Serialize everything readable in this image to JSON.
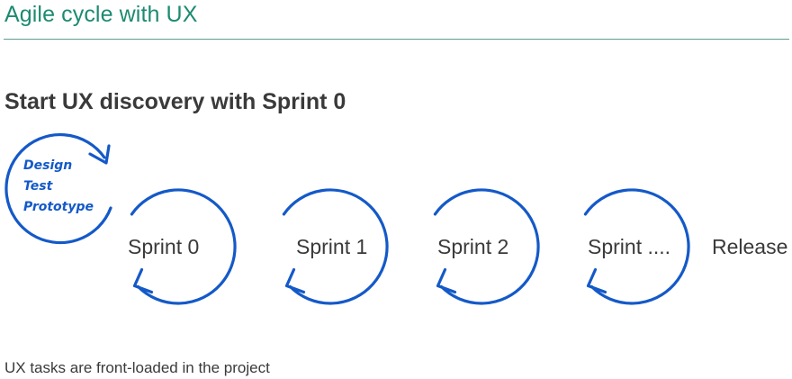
{
  "header": {
    "title": "Agile cycle with UX"
  },
  "subtitle": "Start UX discovery with Sprint 0",
  "ux_tasks": [
    "Design",
    "Test",
    "Prototype"
  ],
  "sprints": [
    {
      "label": "Sprint 0"
    },
    {
      "label": "Sprint 1"
    },
    {
      "label": "Sprint 2"
    },
    {
      "label": "Sprint ...."
    }
  ],
  "release_label": "Release",
  "footer_note": "UX tasks are front-loaded in the project",
  "colors": {
    "title": "#1d8a72",
    "rule": "#5e9c90",
    "cycle": "#1459c8",
    "text": "#3a3a3a"
  }
}
